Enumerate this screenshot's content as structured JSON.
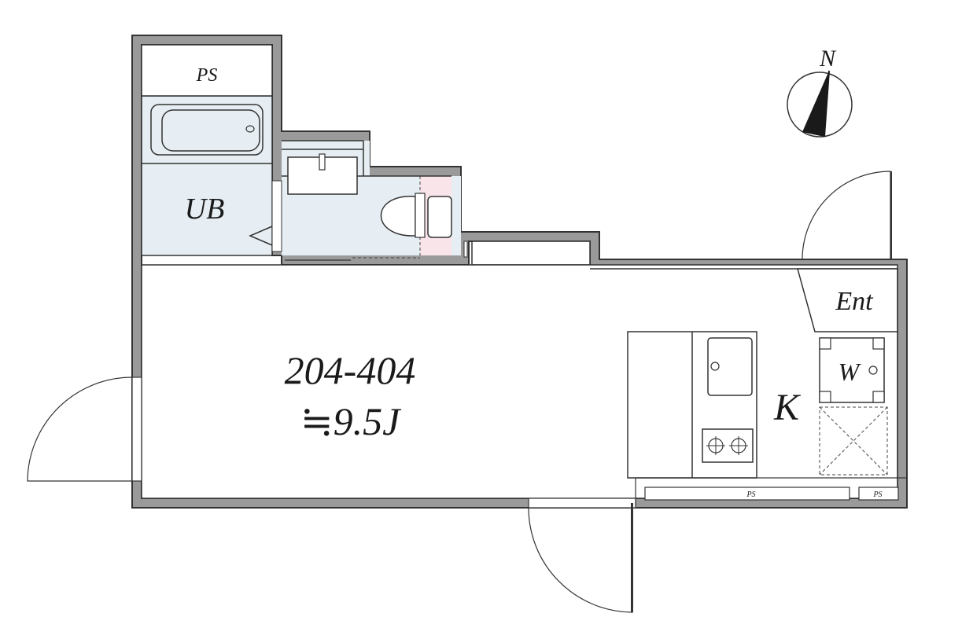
{
  "unit": {
    "number": "204-404",
    "size": "≒9.5J"
  },
  "rooms": {
    "ps_top": "PS",
    "bath": "UB",
    "kitchen": "K",
    "entrance": "Ent",
    "washer": "W",
    "ps_bottom_long": "PS",
    "ps_bottom_short": "PS"
  },
  "compass": {
    "label": "N",
    "icon": "north-arrow-icon"
  },
  "colors": {
    "wall": "#9a9a9a",
    "outline": "#333333",
    "bath_fill": "#e6eef3",
    "toilet_highlight": "#f9e4ea",
    "floor": "#ffffff"
  }
}
